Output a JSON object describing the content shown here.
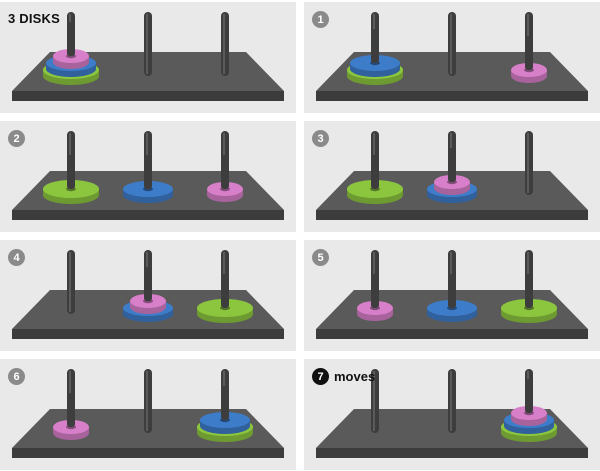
{
  "title": "3 DISKS",
  "final_suffix": "moves",
  "colors": {
    "panel_bg": "#e9e9e9",
    "board_top": "#5a5a5a",
    "board_front": "#3c3c3c",
    "peg": "#3d3d3d",
    "green_disk": "#8cc63f",
    "blue_disk": "#3d7cc9",
    "pink_disk": "#d77fc9",
    "badge": "#8a8a8a",
    "badge_final": "#111111"
  },
  "disks": [
    {
      "name": "small",
      "color": "pink_disk"
    },
    {
      "name": "medium",
      "color": "blue_disk"
    },
    {
      "name": "large",
      "color": "green_disk"
    }
  ],
  "states": [
    {
      "label": "",
      "pegs": [
        [
          "large",
          "medium",
          "small"
        ],
        [],
        []
      ]
    },
    {
      "label": "1",
      "pegs": [
        [
          "large",
          "medium"
        ],
        [],
        [
          "small"
        ]
      ]
    },
    {
      "label": "2",
      "pegs": [
        [
          "large"
        ],
        [
          "medium"
        ],
        [
          "small"
        ]
      ]
    },
    {
      "label": "3",
      "pegs": [
        [
          "large"
        ],
        [
          "medium",
          "small"
        ],
        []
      ]
    },
    {
      "label": "4",
      "pegs": [
        [],
        [
          "medium",
          "small"
        ],
        [
          "large"
        ]
      ]
    },
    {
      "label": "5",
      "pegs": [
        [
          "small"
        ],
        [
          "medium"
        ],
        [
          "large"
        ]
      ]
    },
    {
      "label": "6",
      "pegs": [
        [
          "small"
        ],
        [],
        [
          "large",
          "medium"
        ]
      ]
    },
    {
      "label": "7",
      "pegs": [
        [],
        [],
        [
          "large",
          "medium",
          "small"
        ]
      ]
    }
  ]
}
